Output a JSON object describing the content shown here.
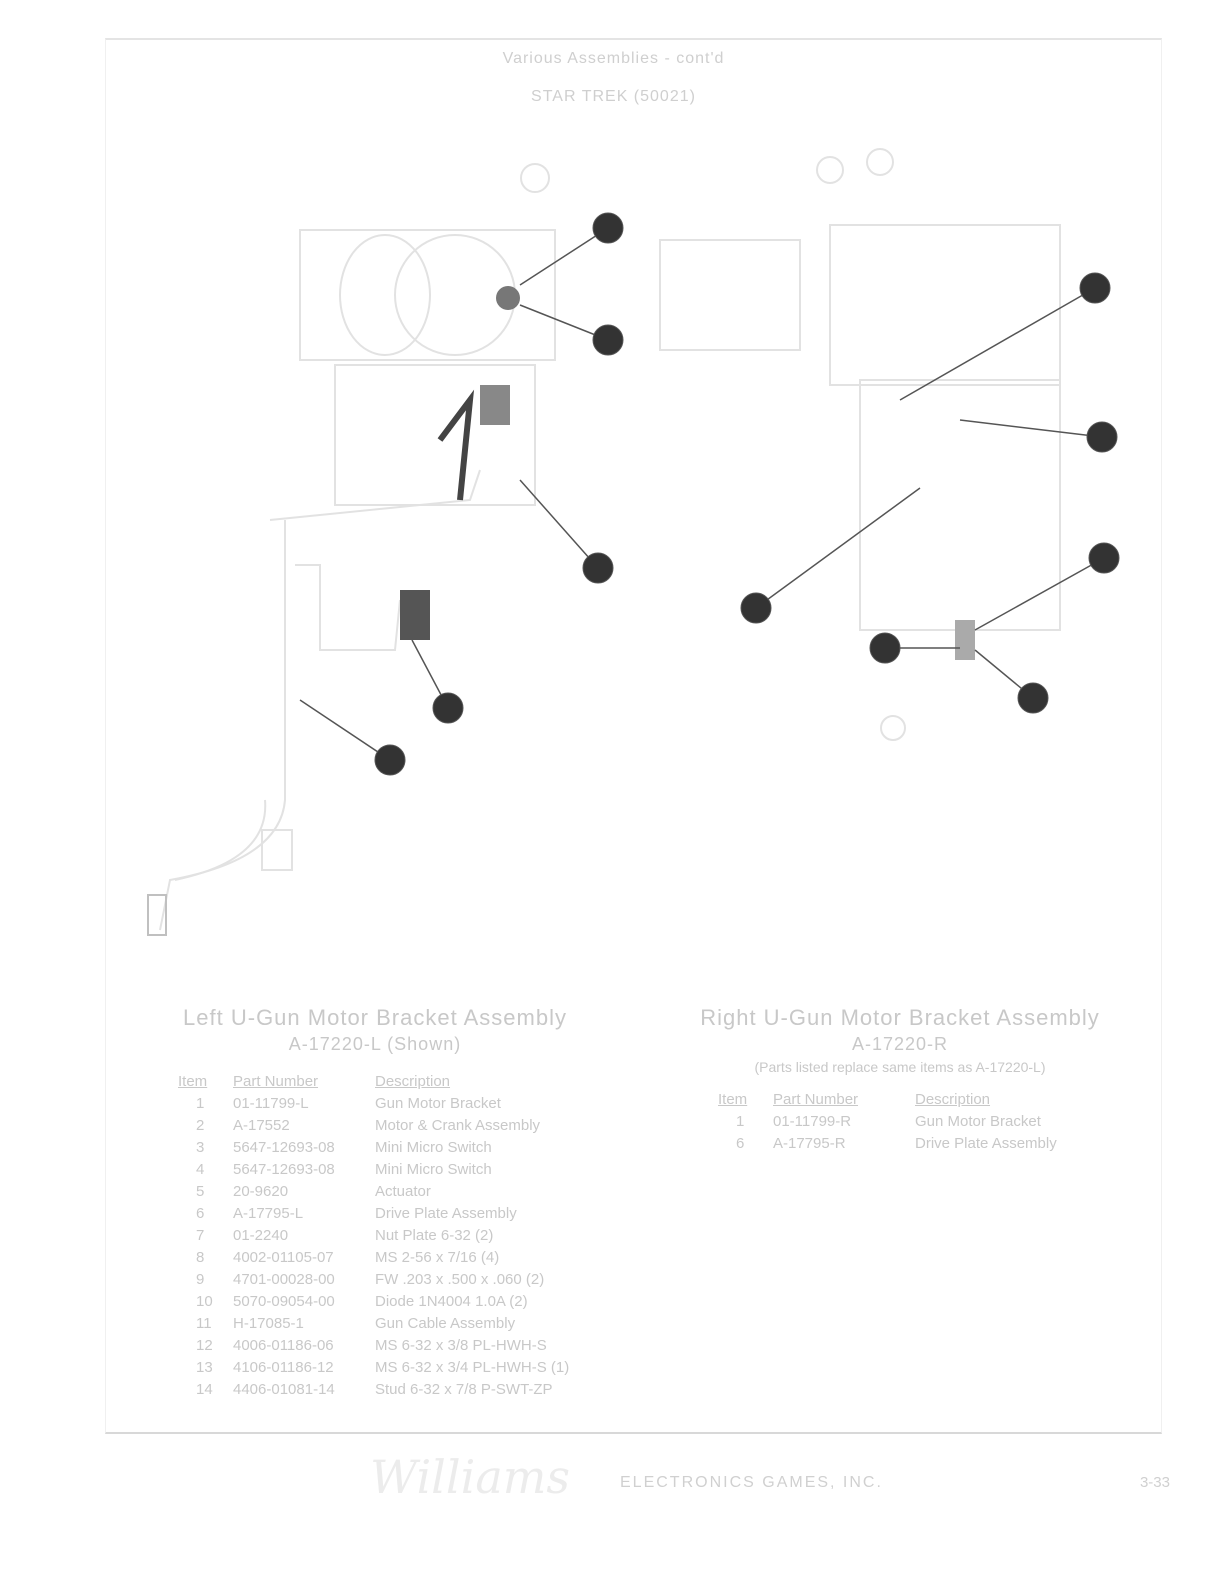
{
  "header": {
    "title": "Various Assemblies - cont'd",
    "subtitle": "STAR TREK (50021)"
  },
  "left_assembly": {
    "title": "Left U-Gun Motor Bracket Assembly",
    "part": "A-17220-L (Shown)",
    "columns": [
      "Item",
      "Part Number",
      "Description"
    ],
    "rows": [
      [
        "1",
        "01-11799-L",
        "Gun Motor Bracket"
      ],
      [
        "2",
        "A-17552",
        "Motor & Crank Assembly"
      ],
      [
        "3",
        "5647-12693-08",
        "Mini Micro Switch"
      ],
      [
        "4",
        "5647-12693-08",
        "Mini Micro Switch"
      ],
      [
        "5",
        "20-9620",
        "Actuator"
      ],
      [
        "6",
        "A-17795-L",
        "Drive Plate Assembly"
      ],
      [
        "7",
        "01-2240",
        "Nut Plate 6-32 (2)"
      ],
      [
        "8",
        "4002-01105-07",
        "MS 2-56 x 7/16 (4)"
      ],
      [
        "9",
        "4701-00028-00",
        "FW .203 x .500 x .060 (2)"
      ],
      [
        "10",
        "5070-09054-00",
        "Diode 1N4004 1.0A (2)"
      ],
      [
        "11",
        "H-17085-1",
        "Gun Cable Assembly"
      ],
      [
        "12",
        "4006-01186-06",
        "MS 6-32 x 3/8 PL-HWH-S"
      ],
      [
        "13",
        "4106-01186-12",
        "MS 6-32 x 3/4 PL-HWH-S (1)"
      ],
      [
        "14",
        "4406-01081-14",
        "Stud 6-32 x 7/8 P-SWT-ZP"
      ]
    ]
  },
  "right_assembly": {
    "title": "Right U-Gun Motor Bracket Assembly",
    "part": "A-17220-R",
    "note": "(Parts listed replace same items as A-17220-L)",
    "columns": [
      "Item",
      "Part Number",
      "Description"
    ],
    "rows": [
      [
        "1",
        "01-11799-R",
        "Gun Motor Bracket"
      ],
      [
        "6",
        "A-17795-R",
        "Drive Plate Assembly"
      ]
    ]
  },
  "footer": {
    "logo": "Williams",
    "company": "ELECTRONICS GAMES, INC.",
    "page": "3-33"
  }
}
